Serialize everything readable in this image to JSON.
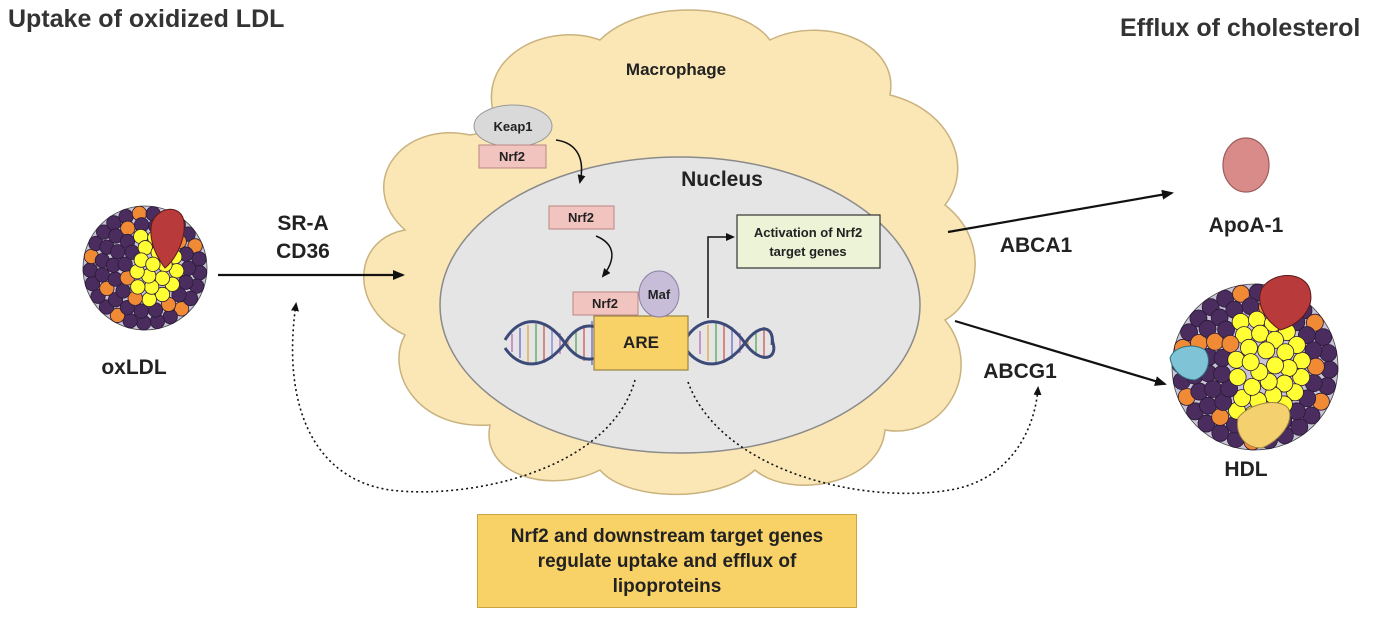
{
  "titles": {
    "left": "Uptake of oxidized LDL",
    "right": "Efflux of cholesterol"
  },
  "cell": {
    "macrophage_label": "Macrophage",
    "nucleus_label": "Nucleus"
  },
  "proteins": {
    "keap1": "Keap1",
    "nrf2_cytoplasm": "Nrf2",
    "nrf2_nucleus": "Nrf2",
    "nrf2_bound": "Nrf2",
    "maf": "Maf",
    "are": "ARE"
  },
  "activation_box": {
    "line1": "Activation of Nrf2",
    "line2": "target genes"
  },
  "receptors": {
    "sra": "SR-A",
    "cd36": "CD36",
    "abca1": "ABCA1",
    "abcg1": "ABCG1"
  },
  "particles": {
    "oxldl": "oxLDL",
    "apoa1": "ApoA-1",
    "hdl": "HDL"
  },
  "note": "Nrf2 and downstream target genes regulate uptake and efflux of lipoproteins",
  "colors": {
    "cell_fill": "#fbe7b5",
    "nucleus_fill": "#e5e5e5",
    "nrf2_fill": "#f2c4c0",
    "keap1_fill": "#d9d9d9",
    "maf_fill": "#c7bdd8",
    "are_fill": "#f9d267",
    "activation_fill": "#ecf3d6",
    "apoa1_fill": "#d98b89",
    "particle_purple": "#4a2d5e",
    "particle_orange": "#f08a35",
    "particle_yellow": "#ffff33",
    "note_fill": "#f9d267"
  }
}
